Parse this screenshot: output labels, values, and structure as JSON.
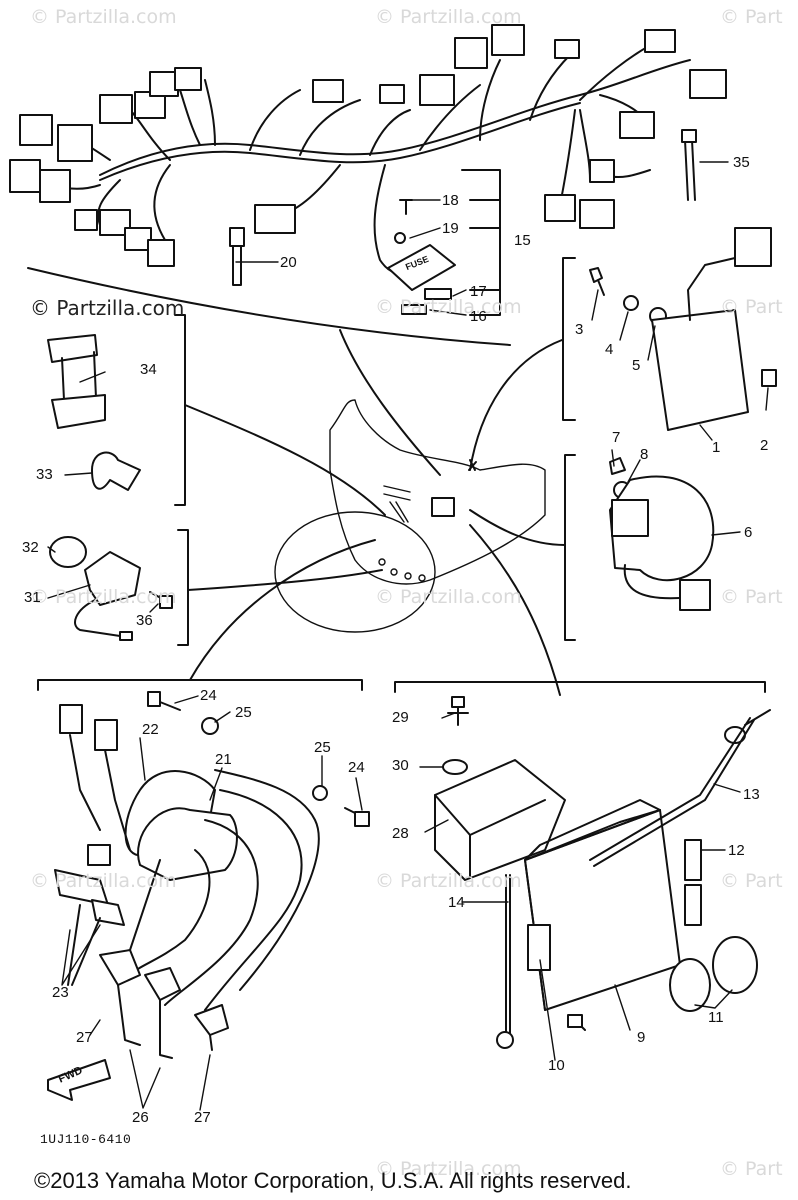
{
  "diagram": {
    "copyright": "©2013 Yamaha Motor Corporation, U.S.A. All rights reserved.",
    "diagram_code": "1UJ110-6410",
    "direction_label": "FWD",
    "fuse_label": "FUSE",
    "watermark_main": "© Partzilla.com",
    "watermark_faint": "© Partzilla.com",
    "watermark_partial": "© Part",
    "callouts": [
      {
        "id": "c1",
        "text": "1"
      },
      {
        "id": "c2",
        "text": "2"
      },
      {
        "id": "c3",
        "text": "3"
      },
      {
        "id": "c4",
        "text": "4"
      },
      {
        "id": "c5",
        "text": "5"
      },
      {
        "id": "c6",
        "text": "6"
      },
      {
        "id": "c7",
        "text": "7"
      },
      {
        "id": "c8",
        "text": "8"
      },
      {
        "id": "c9",
        "text": "9"
      },
      {
        "id": "c10",
        "text": "10"
      },
      {
        "id": "c11",
        "text": "11"
      },
      {
        "id": "c12",
        "text": "12"
      },
      {
        "id": "c13",
        "text": "13"
      },
      {
        "id": "c14",
        "text": "14"
      },
      {
        "id": "c15",
        "text": "15"
      },
      {
        "id": "c16",
        "text": "16"
      },
      {
        "id": "c17",
        "text": "17"
      },
      {
        "id": "c18",
        "text": "18"
      },
      {
        "id": "c19",
        "text": "19"
      },
      {
        "id": "c20",
        "text": "20"
      },
      {
        "id": "c21",
        "text": "21"
      },
      {
        "id": "c22",
        "text": "22"
      },
      {
        "id": "c23",
        "text": "23"
      },
      {
        "id": "c24a",
        "text": "24"
      },
      {
        "id": "c24b",
        "text": "24"
      },
      {
        "id": "c25a",
        "text": "25"
      },
      {
        "id": "c25b",
        "text": "25"
      },
      {
        "id": "c26",
        "text": "26"
      },
      {
        "id": "c27a",
        "text": "27"
      },
      {
        "id": "c27b",
        "text": "27"
      },
      {
        "id": "c28",
        "text": "28"
      },
      {
        "id": "c29",
        "text": "29"
      },
      {
        "id": "c30",
        "text": "30"
      },
      {
        "id": "c31",
        "text": "31"
      },
      {
        "id": "c32",
        "text": "32"
      },
      {
        "id": "c33",
        "text": "33"
      },
      {
        "id": "c34",
        "text": "34"
      },
      {
        "id": "c35",
        "text": "35"
      },
      {
        "id": "c36",
        "text": "36"
      }
    ]
  }
}
